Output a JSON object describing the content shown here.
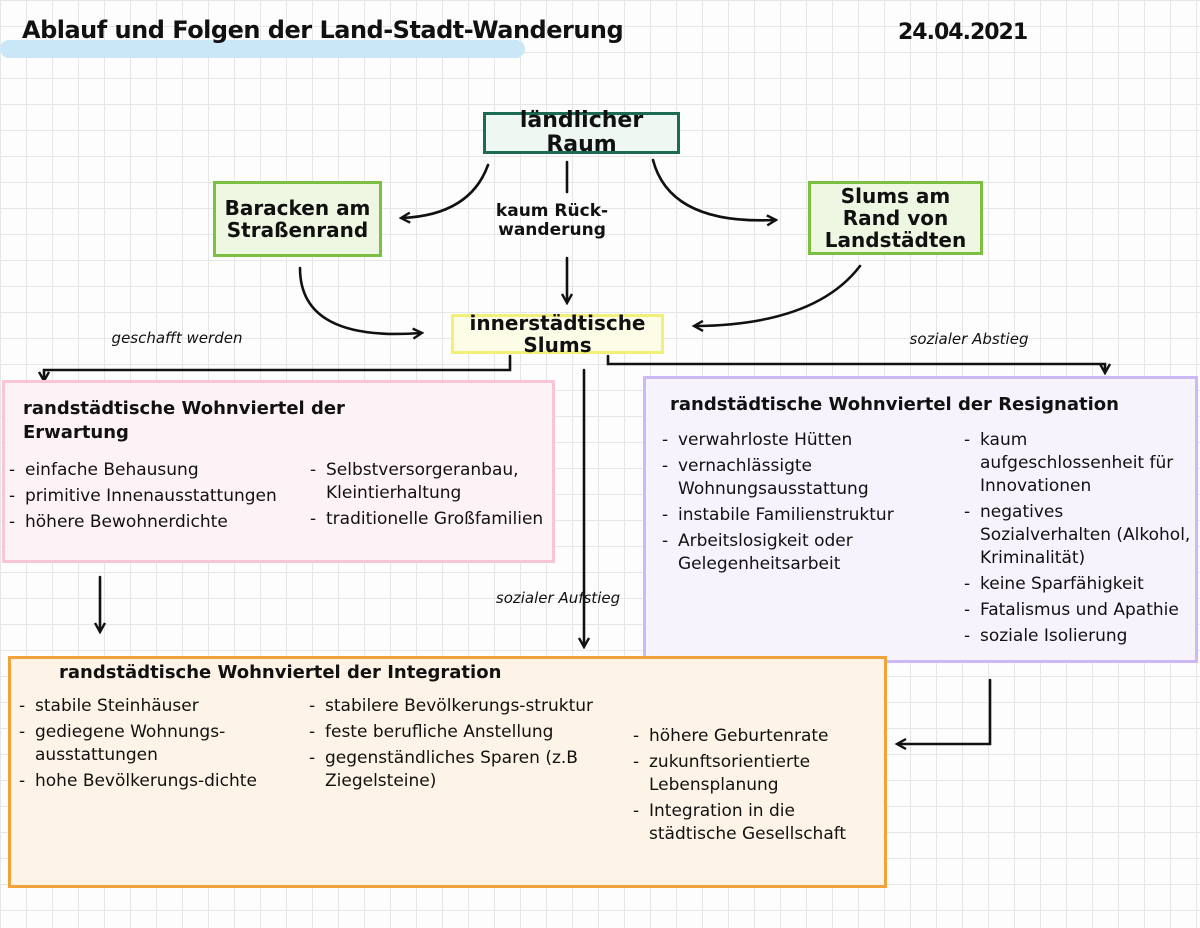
{
  "title": "Ablauf und Folgen der Land-Stadt-Wanderung",
  "date": "24.04.2021",
  "nodes": {
    "rural": "ländlicher Raum",
    "baracken": "Baracken am Straßenrand",
    "slums_rand": "Slums am Rand von Landstädten",
    "inner": "innerstädtische Slums"
  },
  "edge_labels": {
    "rueckwanderung": "kaum Rück-\nwanderung",
    "geschafft": "geschafft werden",
    "sozialer_abstieg": "sozialer Abstieg",
    "sozialer_aufstieg": "sozialer Aufstieg"
  },
  "panels": {
    "erwartung": {
      "title": "randstädtische Wohnviertel der\nErwartung",
      "col1": [
        "einfache Behausung",
        "primitive Innenausstattungen",
        "höhere Bewohnerdichte"
      ],
      "col2": [
        "Selbstversorgeranbau, Kleintierhaltung",
        "traditionelle Großfamilien"
      ]
    },
    "resignation": {
      "title": "randstädtische Wohnviertel der Resignation",
      "col1": [
        "verwahrloste Hütten",
        "vernachlässigte Wohnungsausstattung",
        "instabile Familienstruktur",
        "Arbeitslosigkeit oder Gelegenheitsarbeit"
      ],
      "col2": [
        "kaum aufgeschlossenheit für Innovationen",
        "negatives Sozialverhalten (Alkohol, Kriminalität)",
        "keine Sparfähigkeit",
        "Fatalismus und Apathie",
        "soziale Isolierung"
      ]
    },
    "integration": {
      "title": "randstädtische Wohnviertel der Integration",
      "col1": [
        "stabile Steinhäuser",
        "gediegene Wohnungs-ausstattungen",
        "hohe Bevölkerungs-dichte"
      ],
      "col2": [
        "stabilere Bevölkerungs-struktur",
        "feste berufliche Anstellung",
        "gegenständliches Sparen (z.B Ziegelsteine)"
      ],
      "col3": [
        "höhere Geburtenrate",
        "zukunftsorientierte Lebensplanung",
        "Integration in die städtische Gesellschaft"
      ]
    }
  },
  "colors": {
    "rural_border": "#1e6b55",
    "green_border": "#7cc043",
    "yellow_border": "#f3f07a",
    "pink_border": "#f8c6d6",
    "purple_border": "#cbb8f4",
    "orange_border": "#f2a23a",
    "title_highlight": "#c9e7f7"
  }
}
